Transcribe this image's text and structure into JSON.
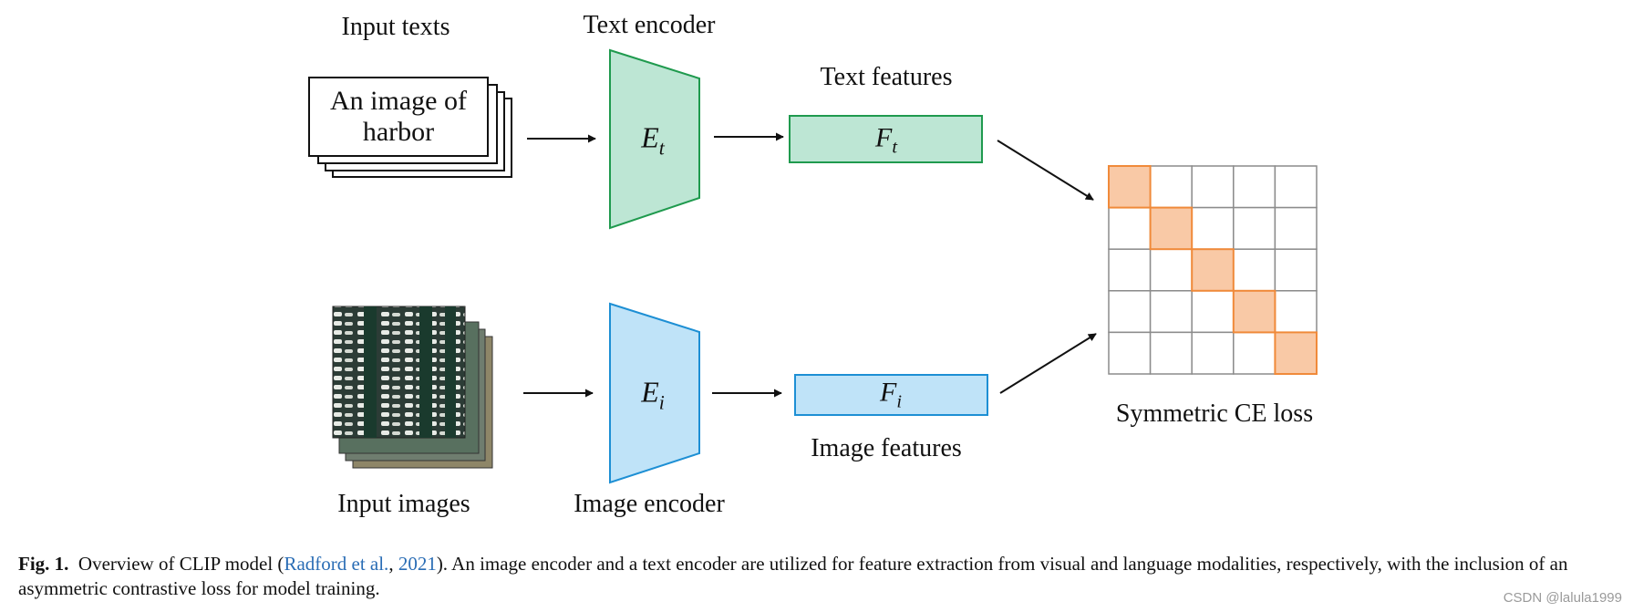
{
  "labels": {
    "input_texts": "Input texts",
    "text_encoder": "Text encoder",
    "text_features": "Text features",
    "input_images": "Input images",
    "image_encoder": "Image encoder",
    "image_features": "Image features",
    "loss": "Symmetric CE loss"
  },
  "text_doc": {
    "line1": "An image of",
    "line2": "harbor"
  },
  "symbols": {
    "text_encoder": {
      "base": "E",
      "sub": "t"
    },
    "image_encoder": {
      "base": "E",
      "sub": "i"
    },
    "text_features": {
      "base": "F",
      "sub": "t"
    },
    "image_features": {
      "base": "F",
      "sub": "i"
    }
  },
  "similarity_matrix": {
    "rows": 5,
    "cols": 5,
    "highlight": "diagonal"
  },
  "colors": {
    "text_fill": "#bde6d4",
    "text_stroke": "#1f9a4e",
    "image_fill": "#bfe3f8",
    "image_stroke": "#1d8fd4",
    "diag_fill": "#f9c9a6",
    "diag_stroke": "#f08a3a",
    "grid_stroke": "#8c8c8c",
    "citation": "#2a6db5"
  },
  "caption": {
    "label": "Fig. 1.",
    "text_before": "Overview of CLIP model (",
    "citation_authors": "Radford et al.",
    "citation_sep": ", ",
    "citation_year": "2021",
    "text_after": "). An image encoder and a text encoder are utilized for feature extraction from visual and language modalities, respectively, with the inclusion of an asymmetric contrastive loss for model training."
  },
  "watermark": "CSDN @lalula1999"
}
